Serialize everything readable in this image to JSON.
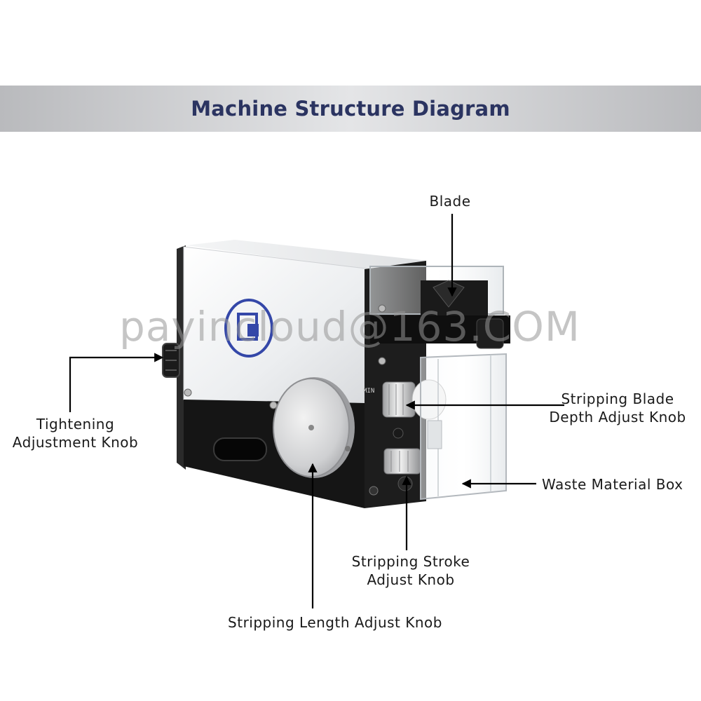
{
  "title": "Machine Structure Diagram",
  "watermark": "payincloud@163.COM",
  "labels": {
    "blade": "Blade",
    "tightening_line1": "Tightening",
    "tightening_line2": "Adjustment Knob",
    "depth_line1": "Stripping Blade",
    "depth_line2": "Depth Adjust Knob",
    "waste": "Waste Material Box",
    "stroke_line1": "Stripping Stroke",
    "stroke_line2": "Adjust Knob",
    "length": "Stripping Length Adjust Knob"
  },
  "panel_marks": {
    "min": "MIN"
  },
  "colors": {
    "title": "#2b3461",
    "banner": "#d6d7d9",
    "housing_white": "#eef0f2",
    "housing_black": "#141414",
    "callout": "#000000"
  }
}
